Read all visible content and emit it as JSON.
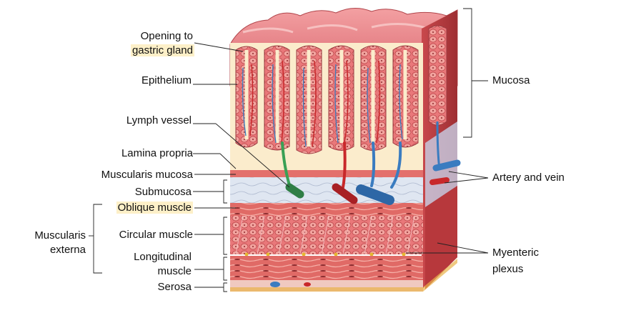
{
  "labels": {
    "opening_line1": "Opening to",
    "opening_line2": "gastric gland",
    "epithelium": "Epithelium",
    "lymph_vessel": "Lymph vessel",
    "lamina_propria": "Lamina propria",
    "muscularis_mucosa": "Muscularis mucosa",
    "submucosa": "Submucosa",
    "oblique_muscle": "Oblique muscle",
    "muscularis_externa_line1": "Muscularis",
    "muscularis_externa_line2": "externa",
    "circular_muscle": "Circular muscle",
    "longitudinal_line1": "Longitudinal",
    "longitudinal_line2": "muscle",
    "serosa": "Serosa",
    "mucosa": "Mucosa",
    "artery_and_vein": "Artery and vein",
    "myenteric_line1": "Myenteric",
    "myenteric_line2": "plexus"
  },
  "colors": {
    "highlight": "#fdf0c8",
    "mucosa_pink": "#e8838a",
    "lamina": "#fbeccc",
    "muscle_red": "#d9534f",
    "submucosa_blue": "#dde4f0",
    "artery": "#c8282a",
    "vein": "#3a7cc0",
    "lymph": "#3aa055"
  }
}
